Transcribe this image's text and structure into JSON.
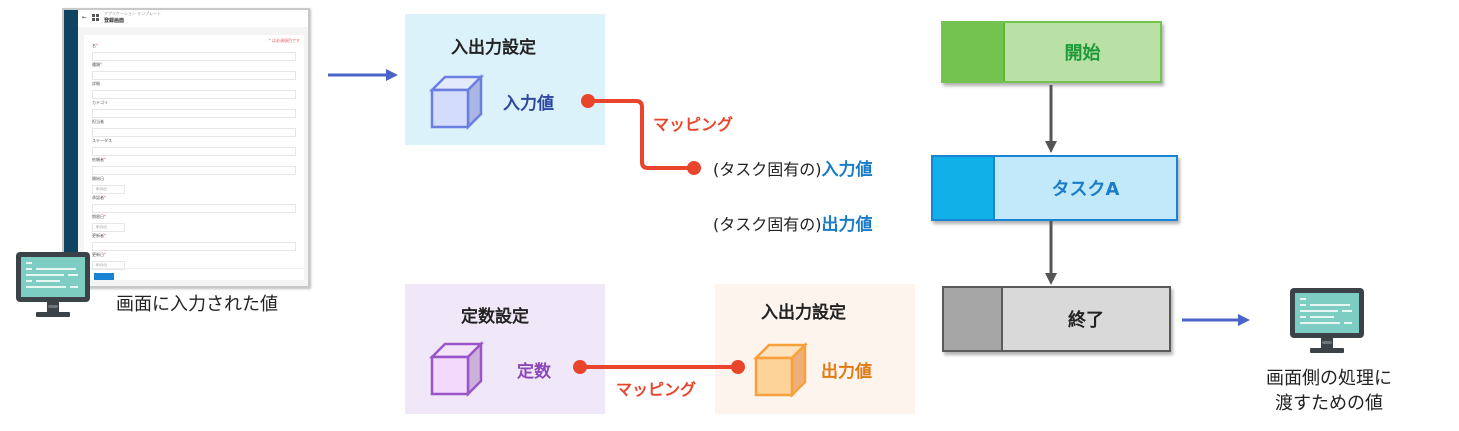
{
  "screenshot_thumbnail": {
    "breadcrumb": "アプリケーション テンプレート",
    "title": "登録画面",
    "required_note": "* は必須項目です",
    "fields": [
      {
        "label": "名",
        "required": true,
        "type": "text"
      },
      {
        "label": "種類",
        "required": true,
        "type": "text"
      },
      {
        "label": "詳細",
        "required": false,
        "type": "text"
      },
      {
        "label": "カテゴリ",
        "required": false,
        "type": "text"
      },
      {
        "label": "担当者",
        "required": false,
        "type": "text"
      },
      {
        "label": "ステータス",
        "required": false,
        "type": "text"
      },
      {
        "label": "依頼者",
        "required": true,
        "type": "text"
      },
      {
        "label": "開始日",
        "required": false,
        "type": "date",
        "placeholder": "年/月/日"
      },
      {
        "label": "承認者",
        "required": true,
        "type": "text"
      },
      {
        "label": "期限日",
        "required": true,
        "type": "date",
        "placeholder": "年/月/日"
      },
      {
        "label": "更新者",
        "required": true,
        "type": "text"
      },
      {
        "label": "更新日",
        "required": true,
        "type": "date",
        "placeholder": "年/月/日"
      }
    ],
    "save_label": "保存"
  },
  "left_caption": "画面に入力された値",
  "io_settings_input": {
    "title": "入出力設定",
    "value_label": "入力値"
  },
  "mapping_top_label": "マッピング",
  "task_input": {
    "prefix": "(タスク固有の)",
    "value": "入力値"
  },
  "task_output": {
    "prefix": "(タスク固有の)",
    "value": "出力値"
  },
  "constant_settings": {
    "title": "定数設定",
    "value_label": "定数"
  },
  "mapping_bottom_label": "マッピング",
  "io_settings_output": {
    "title": "入出力設定",
    "value_label": "出力値"
  },
  "flow": {
    "start": "開始",
    "task": "タスクA",
    "end": "終了"
  },
  "right_caption_line1": "画面側の処理に",
  "right_caption_line2": "渡すための値",
  "colors": {
    "arrow_blue": "#4a63c9",
    "mapping_red": "#e8452c",
    "value_blue": "#1a7bc9",
    "constant_purple": "#8b48b8",
    "output_orange": "#e07a14",
    "start_green": "#3aaa35",
    "task_blue": "#1a84d4",
    "end_gray": "#555555"
  }
}
